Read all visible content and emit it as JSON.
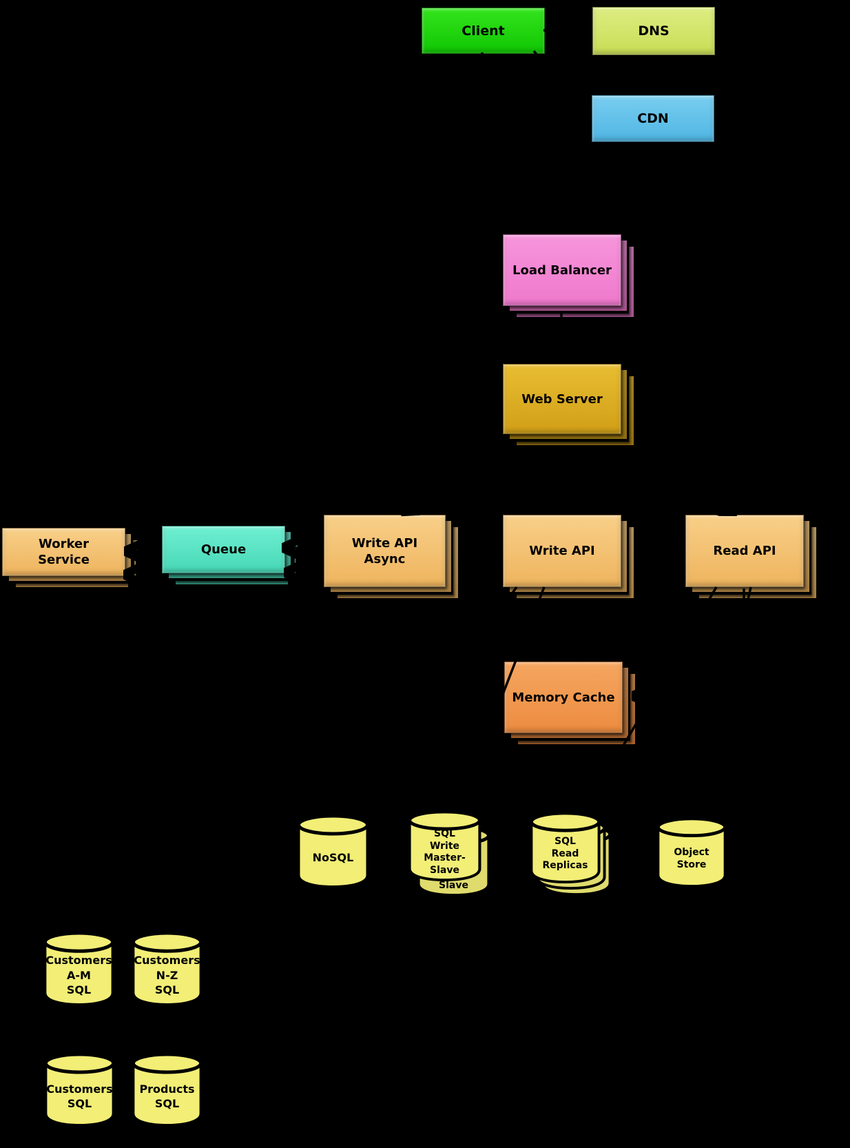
{
  "diagram": {
    "background": "#000000",
    "db_fill": "#f2ee76",
    "db_stroke": "#000000",
    "nodes": {
      "client": {
        "label": "Client",
        "c1": "#33e41c",
        "c2": "#10c603"
      },
      "dns": {
        "label": "DNS",
        "c1": "#dded82",
        "c2": "#c9dd55"
      },
      "cdn": {
        "label": "CDN",
        "c1": "#79cdf0",
        "c2": "#4fb6e3"
      },
      "load_balancer": {
        "label": "Load Balancer",
        "c1": "#f795dc",
        "c2": "#ef79cc"
      },
      "web_server": {
        "label": "Web Server",
        "c1": "#e8bd32",
        "c2": "#d19f17"
      },
      "worker_service": {
        "label": "Worker\nService",
        "c1": "#f8cf88",
        "c2": "#eeb45e"
      },
      "queue": {
        "label": "Queue",
        "c1": "#6fefd2",
        "c2": "#46d8b6"
      },
      "write_api_async": {
        "label": "Write API\nAsync",
        "c1": "#f8cf88",
        "c2": "#eeb45e"
      },
      "write_api": {
        "label": "Write API",
        "c1": "#f8cf88",
        "c2": "#eeb45e"
      },
      "read_api": {
        "label": "Read API",
        "c1": "#f8cf88",
        "c2": "#eeb45e"
      },
      "memory_cache": {
        "label": "Memory Cache",
        "c1": "#f5a660",
        "c2": "#ec8c40"
      },
      "nosql": {
        "label": "NoSQL"
      },
      "sql_write": {
        "label": "SQL\nWrite\nMaster-\nSlave"
      },
      "sql_read": {
        "label": "SQL\nRead\nReplicas"
      },
      "object_store": {
        "label": "Object\nStore"
      },
      "customers_am": {
        "label": "Customers\nA-M\nSQL"
      },
      "customers_nz": {
        "label": "Customers\nN-Z\nSQL"
      },
      "customers_sql": {
        "label": "Customers\nSQL"
      },
      "products_sql": {
        "label": "Products\nSQL"
      }
    }
  }
}
